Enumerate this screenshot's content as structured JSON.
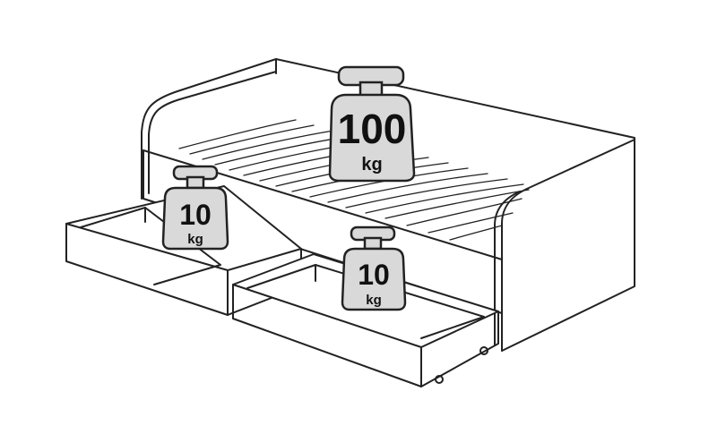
{
  "weights": {
    "bed": {
      "value": "100",
      "unit": "kg"
    },
    "drawer_left": {
      "value": "10",
      "unit": "kg"
    },
    "drawer_right": {
      "value": "10",
      "unit": "kg"
    }
  },
  "colors": {
    "line": "#222222",
    "weight_fill": "#d9d9d9",
    "background": "#ffffff"
  }
}
